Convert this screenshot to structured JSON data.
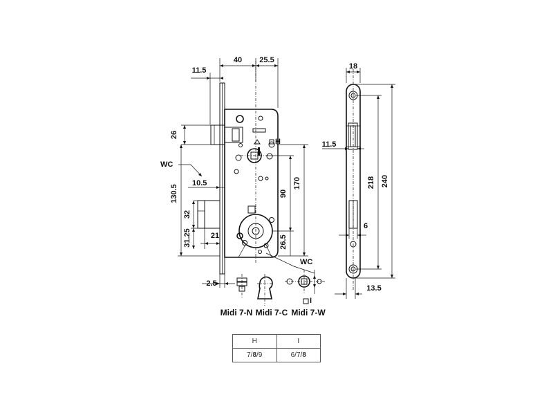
{
  "dimensions": {
    "d_11_5_top": "11.5",
    "d_40": "40",
    "d_25_5": "25.5",
    "d_26": "26",
    "d_h_label": "H",
    "d_wc_left": "WC",
    "d_10_5": "10.5",
    "d_130_5": "130.5",
    "d_32": "32",
    "d_31_25": "31.25",
    "d_21": "21",
    "d_90": "90",
    "d_170": "170",
    "d_26_5": "26.5",
    "d_2_5": "2.5",
    "d_wc_right": "WC",
    "d_i_label": "I",
    "d_18": "18",
    "d_11_5_side": "11.5",
    "d_218": "218",
    "d_240": "240",
    "d_6": "6",
    "d_13_5": "13.5"
  },
  "variants": {
    "n": "Midi 7-N",
    "c": "Midi 7-C",
    "w": "Midi 7-W"
  },
  "table": {
    "headers": [
      "H",
      "I"
    ],
    "col_h": {
      "pre": "7/",
      "bold": "8",
      "post": "/9"
    },
    "col_i": {
      "pre": "6/7/",
      "bold": "8",
      "post": ""
    }
  }
}
